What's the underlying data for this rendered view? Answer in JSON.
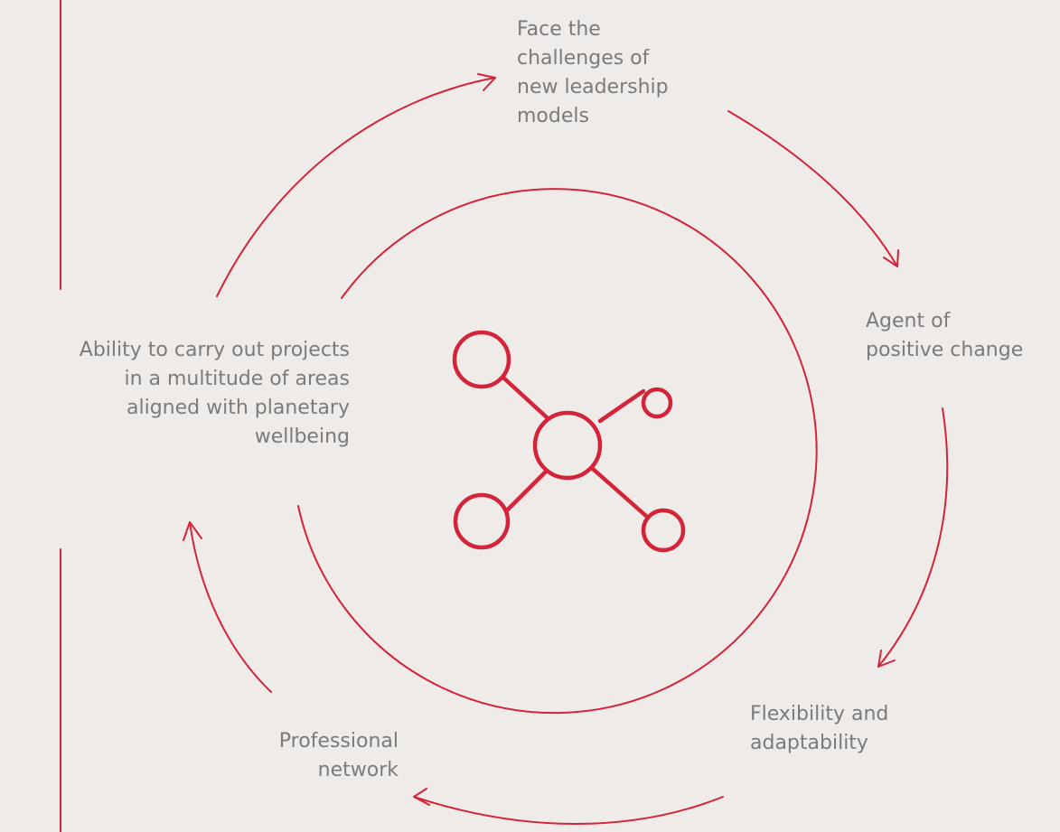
{
  "diagram": {
    "accent_color": "#d4243a",
    "text_color": "#7b7b7b",
    "background_color": "#efebe8",
    "center_icon": "network-nodes-icon",
    "labels": {
      "leadership": [
        "Face the",
        "challenges of",
        "new leadership",
        "models"
      ],
      "positive_change": [
        "Agent of",
        "positive change"
      ],
      "flexibility": [
        "Flexibility and",
        "adaptability"
      ],
      "network": [
        "Professional",
        "network"
      ],
      "projects": [
        "Ability to carry out projects",
        "in a multitude of areas",
        "aligned with planetary",
        "wellbeing"
      ]
    }
  }
}
